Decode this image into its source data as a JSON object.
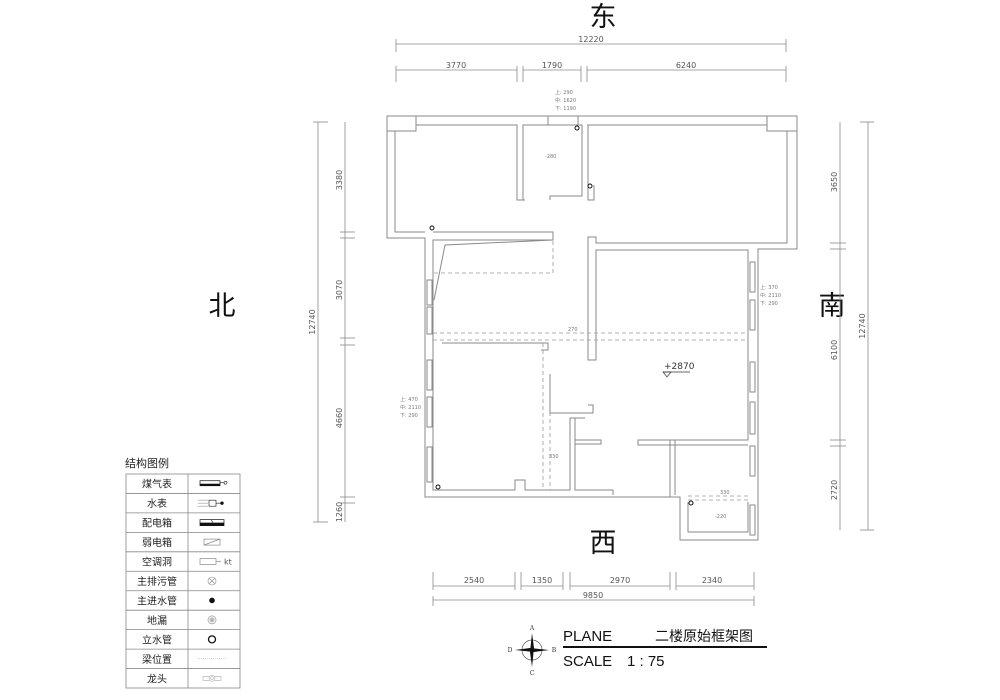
{
  "directions": {
    "east": "东",
    "north": "北",
    "south": "南",
    "west": "西"
  },
  "dimensions": {
    "top_total": "12220",
    "top": [
      "3770",
      "1790",
      "6240"
    ],
    "left_total": "12740",
    "left": [
      "3380",
      "3070",
      "4660",
      "1260"
    ],
    "right_total": "12740",
    "right": [
      "3650",
      "6100",
      "2720"
    ],
    "bottom_total": "9850",
    "bottom": [
      "2540",
      "1350",
      "2970",
      "2340"
    ]
  },
  "annotations": {
    "window_top": [
      "上: 290",
      "中: 1620",
      "下: 1190"
    ],
    "window_right": [
      "上: 370",
      "中: 2110",
      "下: 290"
    ],
    "window_left": [
      "上: 470",
      "中: 2110",
      "下: 290"
    ],
    "level_bath": "-280",
    "beam_mid": "270",
    "level_main": "+2870",
    "beam_lower": "330",
    "beam_balcony": "330",
    "level_balcony": "-220"
  },
  "legend": {
    "title": "结构图例",
    "items": [
      {
        "label": "煤气表",
        "icon": "gas-meter-icon"
      },
      {
        "label": "水表",
        "icon": "water-meter-icon",
        "suffix": ""
      },
      {
        "label": "配电箱",
        "icon": "distribution-box-icon"
      },
      {
        "label": "弱电箱",
        "icon": "weak-current-box-icon"
      },
      {
        "label": "空调洞",
        "icon": "ac-hole-icon",
        "suffix": "kt"
      },
      {
        "label": "主排污管",
        "icon": "sewage-pipe-icon"
      },
      {
        "label": "主进水管",
        "icon": "water-inlet-icon"
      },
      {
        "label": "地漏",
        "icon": "floor-drain-icon"
      },
      {
        "label": "立水管",
        "icon": "riser-pipe-icon"
      },
      {
        "label": "梁位置",
        "icon": "beam-position-icon"
      },
      {
        "label": "龙头",
        "icon": "faucet-icon"
      }
    ]
  },
  "title_block": {
    "plane_label": "PLANE",
    "drawing_name": "二楼原始框架图",
    "scale_label": "SCALE",
    "scale_value": "1 : 75",
    "compass": {
      "a": "A",
      "b": "B",
      "c": "C",
      "d": "D"
    }
  }
}
